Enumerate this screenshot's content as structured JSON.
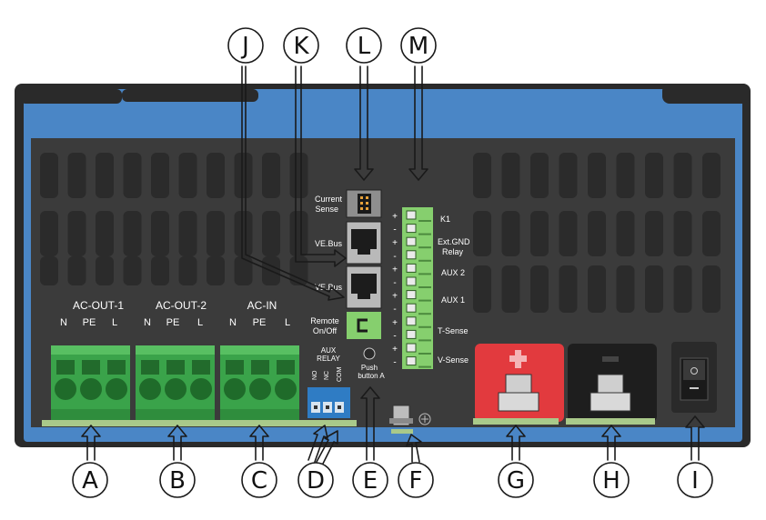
{
  "callouts": {
    "A": "A",
    "B": "B",
    "C": "C",
    "D": "D",
    "E": "E",
    "F": "F",
    "G": "G",
    "H": "H",
    "I": "I",
    "J": "J",
    "K": "K",
    "L": "L",
    "M": "M"
  },
  "ac_terminals": [
    {
      "title": "AC-OUT-1",
      "pins": [
        "N",
        "PE",
        "L"
      ]
    },
    {
      "title": "AC-OUT-2",
      "pins": [
        "N",
        "PE",
        "L"
      ]
    },
    {
      "title": "AC-IN",
      "pins": [
        "N",
        "PE",
        "L"
      ]
    }
  ],
  "aux_relay": {
    "title_line1": "AUX",
    "title_line2": "RELAY",
    "pins": [
      "NO",
      "NC",
      "COM"
    ]
  },
  "push_button": {
    "line1": "Push",
    "line2": "button A"
  },
  "remote": {
    "line1": "Remote",
    "line2": "On/Off"
  },
  "current_sense": {
    "line1": "Current",
    "line2": "Sense"
  },
  "vebus_ports": [
    "VE.Bus",
    "VE.Bus"
  ],
  "terminal_block": {
    "labels": [
      {
        "line1": "K1",
        "line2": ""
      },
      {
        "line1": "Ext.GND",
        "line2": "Relay"
      },
      {
        "line1": "AUX 2",
        "line2": ""
      },
      {
        "line1": "AUX 1",
        "line2": ""
      },
      {
        "line1": "T-Sense",
        "line2": ""
      },
      {
        "line1": "V-Sense",
        "line2": ""
      }
    ],
    "polarity": [
      "+",
      "-",
      "+",
      "-",
      "+",
      "-",
      "+",
      "-",
      "+",
      "-",
      "+",
      "-"
    ]
  },
  "colors": {
    "housing_blue": "#4a86c6",
    "panel_dark": "#3b3b3b",
    "vent_dark": "#2b2b2b",
    "terminal_green": "#3aa34a",
    "io_green": "#86cf6e",
    "positive_red": "#e23a3e",
    "negative_black": "#1e1e1e",
    "relay_blue": "#2f7cc4"
  }
}
